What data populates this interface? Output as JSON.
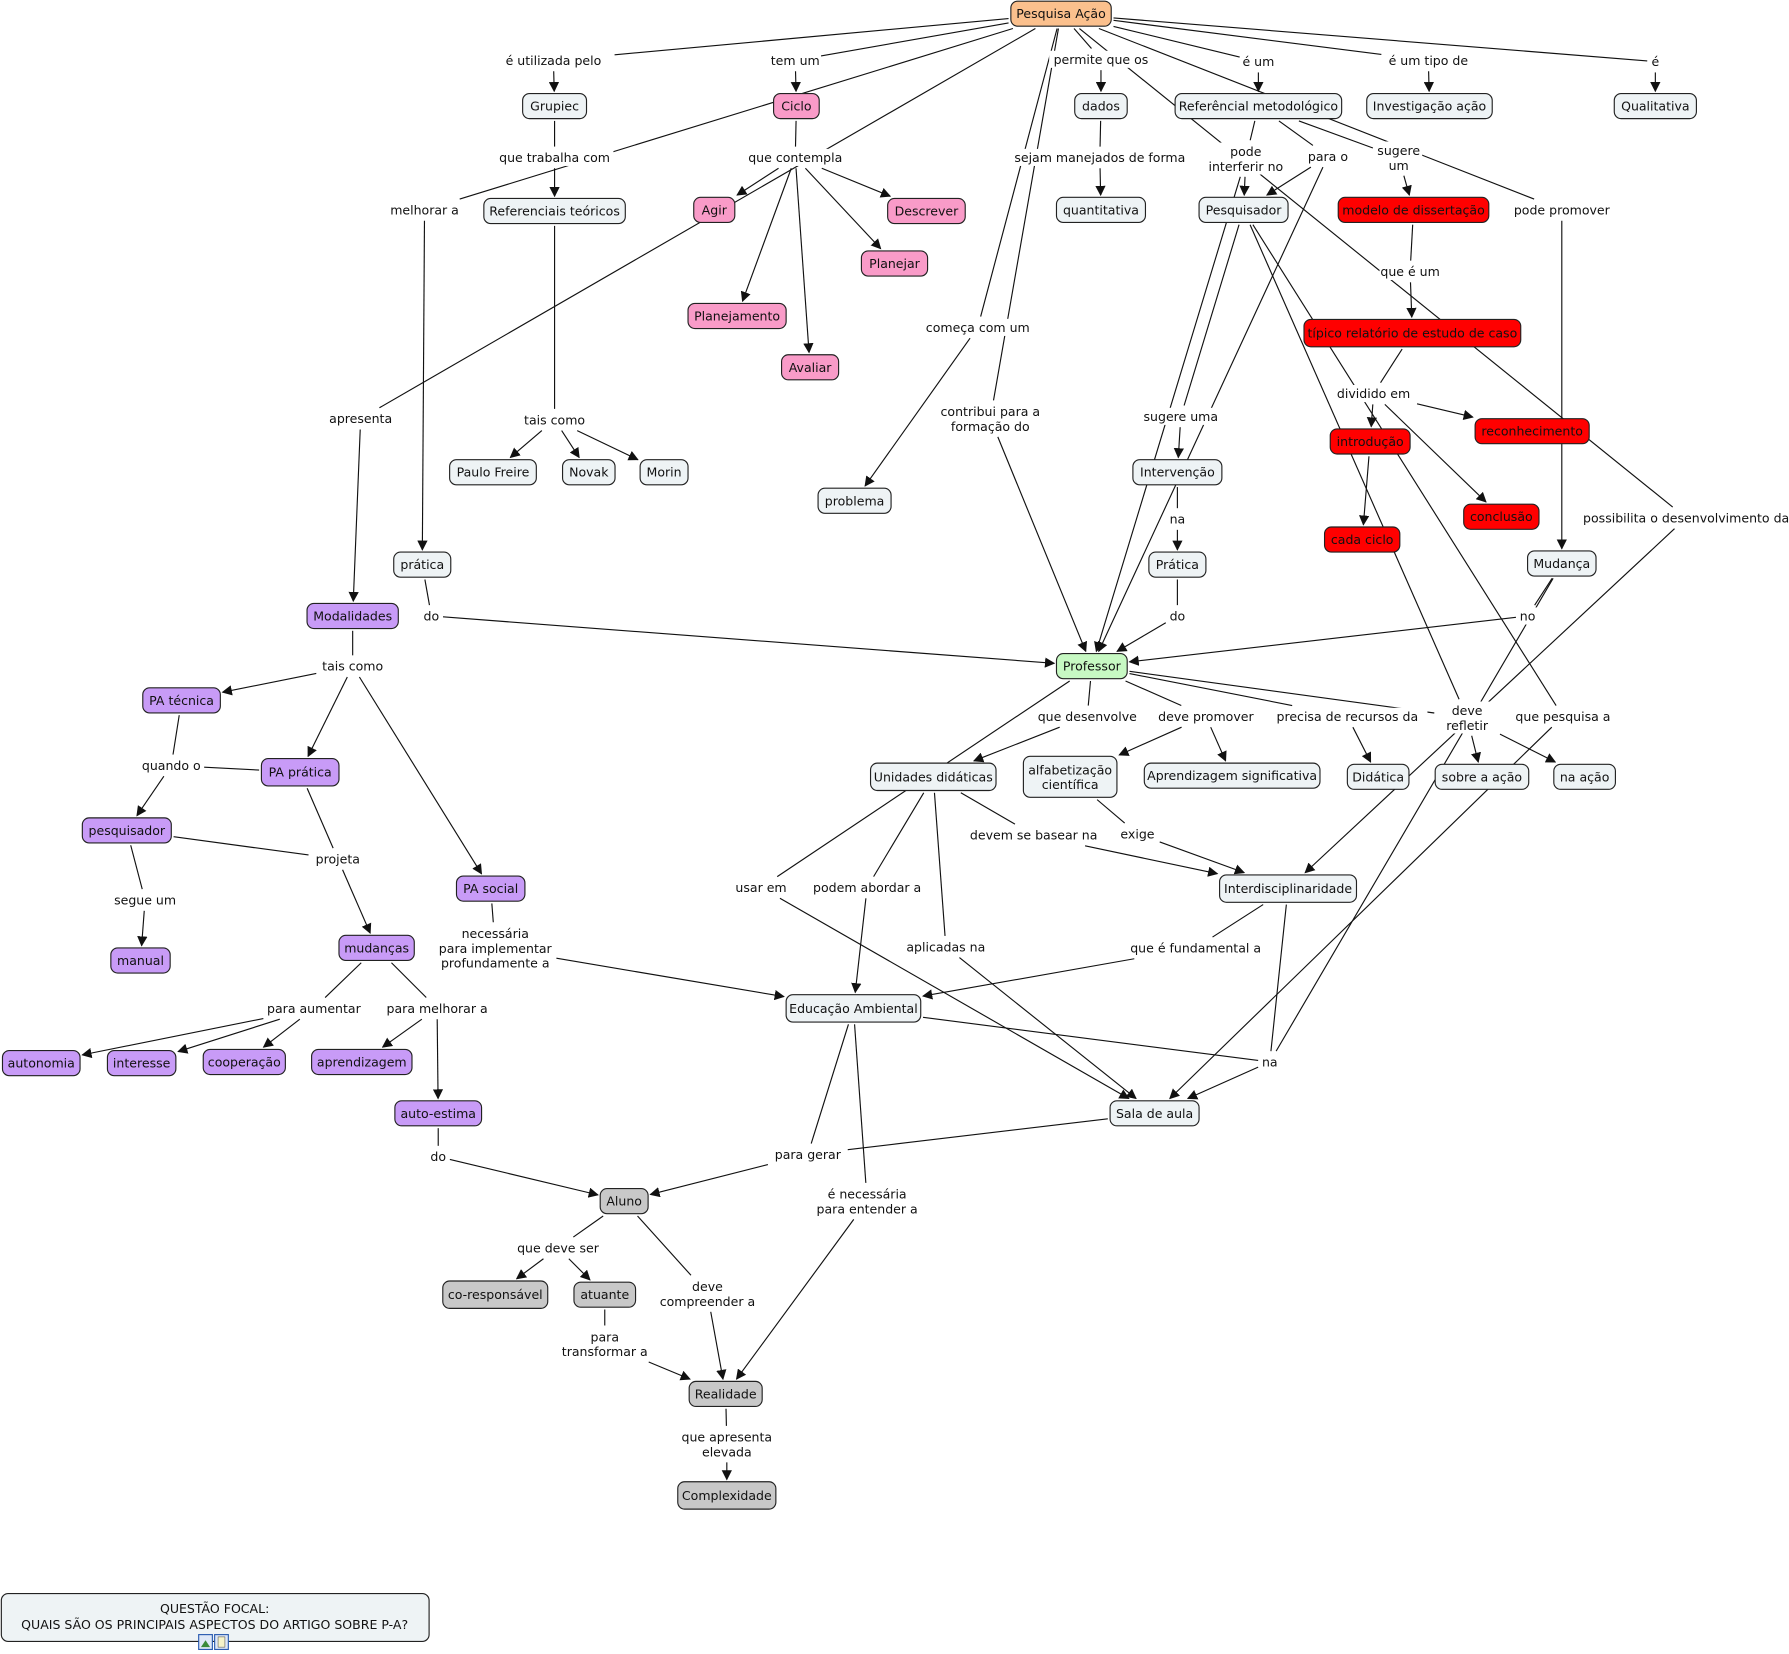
{
  "colors": {
    "default": "#EEF3F5",
    "root": "#FBC08D",
    "pink": "#F99BC8",
    "red": "#FF0000",
    "purple": "#C89BF7",
    "green": "#C7F9C3",
    "gray": "#C8C8C8"
  },
  "nodes": {
    "pa": {
      "label": "Pesquisa Ação",
      "color": "root"
    },
    "grupiec": {
      "label": "Grupiec",
      "color": "default"
    },
    "reft": {
      "label": "Referenciais teóricos",
      "color": "default"
    },
    "ciclo": {
      "label": "Ciclo",
      "color": "pink"
    },
    "agir": {
      "label": "Agir",
      "color": "pink"
    },
    "descrever": {
      "label": "Descrever",
      "color": "pink"
    },
    "planejar": {
      "label": "Planejar",
      "color": "pink"
    },
    "planejamento": {
      "label": "Planejamento",
      "color": "pink"
    },
    "avaliar": {
      "label": "Avaliar",
      "color": "pink"
    },
    "dados": {
      "label": "dados",
      "color": "default"
    },
    "quantitativa": {
      "label": "quantitativa",
      "color": "default"
    },
    "refmet": {
      "label": "Referêncial metodológico",
      "color": "default"
    },
    "invacao": {
      "label": "Investigação ação",
      "color": "default"
    },
    "qualitativa": {
      "label": "Qualitativa",
      "color": "default"
    },
    "pesquisador": {
      "label": "Pesquisador",
      "color": "default"
    },
    "modelo": {
      "label": "modelo de dissertação",
      "color": "red"
    },
    "tipico": {
      "label": "típico relatório de estudo de caso",
      "color": "red"
    },
    "introducao": {
      "label": "introdução",
      "color": "red"
    },
    "reconhecimento": {
      "label": "reconhecimento",
      "color": "red"
    },
    "conclusao": {
      "label": "conclusão",
      "color": "red"
    },
    "cadaciclo": {
      "label": "cada ciclo",
      "color": "red"
    },
    "mudanca": {
      "label": "Mudança",
      "color": "default"
    },
    "intervencao": {
      "label": "Intervenção",
      "color": "default"
    },
    "pratica2": {
      "label": "Prática",
      "color": "default"
    },
    "problema": {
      "label": "problema",
      "color": "default"
    },
    "paulo": {
      "label": "Paulo Freire",
      "color": "default"
    },
    "novak": {
      "label": "Novak",
      "color": "default"
    },
    "morin": {
      "label": "Morin",
      "color": "default"
    },
    "pratica": {
      "label": "prática",
      "color": "default"
    },
    "modalidades": {
      "label": "Modalidades",
      "color": "purple"
    },
    "professor": {
      "label": "Professor",
      "color": "green"
    },
    "patecnica": {
      "label": "PA técnica",
      "color": "purple"
    },
    "papratica": {
      "label": "PA prática",
      "color": "purple"
    },
    "pesquisador2": {
      "label": "pesquisador",
      "color": "purple"
    },
    "pasocial": {
      "label": "PA social",
      "color": "purple"
    },
    "manual": {
      "label": "manual",
      "color": "purple"
    },
    "mudancas": {
      "label": "mudanças",
      "color": "purple"
    },
    "autonomia": {
      "label": "autonomia",
      "color": "purple"
    },
    "interesse": {
      "label": "interesse",
      "color": "purple"
    },
    "cooperacao": {
      "label": "cooperação",
      "color": "purple"
    },
    "aprendizagem": {
      "label": "aprendizagem",
      "color": "purple"
    },
    "autoestima": {
      "label": "auto-estima",
      "color": "purple"
    },
    "unidades": {
      "label": "Unidades didáticas",
      "color": "default"
    },
    "alfab": {
      "label": "alfabetização\ncientífica",
      "color": "default"
    },
    "aprendsig": {
      "label": "Aprendizagem significativa",
      "color": "default"
    },
    "didatica": {
      "label": "Didática",
      "color": "default"
    },
    "sobre": {
      "label": "sobre a ação",
      "color": "default"
    },
    "naacao": {
      "label": "na ação",
      "color": "default"
    },
    "interdisc": {
      "label": "Interdisciplinaridade",
      "color": "default"
    },
    "edamb": {
      "label": "Educação Ambiental",
      "color": "default"
    },
    "sala": {
      "label": "Sala de aula",
      "color": "default"
    },
    "aluno": {
      "label": "Aluno",
      "color": "gray"
    },
    "coresp": {
      "label": "co-responsável",
      "color": "gray"
    },
    "atuante": {
      "label": "atuante",
      "color": "gray"
    },
    "realidade": {
      "label": "Realidade",
      "color": "gray"
    },
    "complexidade": {
      "label": "Complexidade",
      "color": "gray"
    }
  },
  "linkers": {
    "utilizada": "é utilizada pelo",
    "temum": "tem um",
    "permite": "permite que os",
    "eum": "é um",
    "tipo": "é um tipo de",
    "e": "é",
    "trabalha": "que trabalha com",
    "contempla": "que contempla",
    "manejados": "sejam manejados de forma",
    "interferir": "pode\ninterferir no",
    "parao": "para o",
    "sugere": "sugere\num",
    "melhorar": "melhorar a",
    "podepromover": "pode promover",
    "queeum": "que é um",
    "comeca": "começa com um",
    "apresenta": "apresenta",
    "taiscomo1": "tais como",
    "contribui": "contribui para a\nformação do",
    "sugereuma": "sugere uma",
    "dividido": "dividido em",
    "possibilita": "possibilita o desenvolvimento da",
    "na1": "na",
    "do1": "do",
    "do2": "do",
    "no": "no",
    "taiscomo2": "tais como",
    "desenvolve": "que desenvolve",
    "devepromover": "deve promover",
    "precisa": "precisa de recursos da",
    "refletir": "deve\nrefletir",
    "quepesquisa": "que pesquisa a",
    "quando": "quando o",
    "basear": "devem se basear na",
    "exige": "exige",
    "projeta": "projeta",
    "usarem": "usar em",
    "abordar": "podem abordar a",
    "segue": "segue um",
    "aplicadas": "aplicadas na",
    "fundamental": "que é fundamental  a",
    "necessaria": "necessária\npara implementar\nprofundamente a",
    "aumentar": "para aumentar",
    "melhorar2": "para melhorar a",
    "na2": "na",
    "do3": "do",
    "gerar": "para gerar",
    "entender": "é necessária\npara entender a",
    "deveser": "que deve ser",
    "compreender": "deve\ncompreender a",
    "transformar": "para\ntransformar a",
    "apresenta2": "que apresenta\nelevada"
  },
  "links": [
    {
      "from": [
        "pa"
      ],
      "via": "utilizada",
      "to": [
        "grupiec"
      ]
    },
    {
      "from": [
        "pa"
      ],
      "via": "temum",
      "to": [
        "ciclo"
      ]
    },
    {
      "from": [
        "pa"
      ],
      "via": "permite",
      "to": [
        "dados"
      ]
    },
    {
      "from": [
        "pa"
      ],
      "via": "eum",
      "to": [
        "refmet"
      ]
    },
    {
      "from": [
        "pa"
      ],
      "via": "tipo",
      "to": [
        "invacao"
      ]
    },
    {
      "from": [
        "pa"
      ],
      "via": "e",
      "to": [
        "qualitativa"
      ]
    },
    {
      "from": [
        "pa"
      ],
      "via": "melhorar",
      "to": [
        "pratica"
      ]
    },
    {
      "from": [
        "pa"
      ],
      "via": "apresenta",
      "to": [
        "modalidades"
      ]
    },
    {
      "from": [
        "pa"
      ],
      "via": "comeca",
      "to": [
        "problema"
      ]
    },
    {
      "from": [
        "pa"
      ],
      "via": "contribui",
      "to": [
        "professor"
      ]
    },
    {
      "from": [
        "pa"
      ],
      "via": "podepromover",
      "to": [
        "mudanca"
      ]
    },
    {
      "from": [
        "pa"
      ],
      "via": "possibilita",
      "to": [
        "interdisc"
      ]
    },
    {
      "from": [
        "grupiec"
      ],
      "via": "trabalha",
      "to": [
        "reft"
      ]
    },
    {
      "from": [
        "reft"
      ],
      "via": "taiscomo1",
      "to": [
        "paulo",
        "novak",
        "morin"
      ]
    },
    {
      "from": [
        "ciclo"
      ],
      "via": "contempla",
      "to": [
        "agir",
        "descrever",
        "planejar",
        "planejamento",
        "avaliar"
      ]
    },
    {
      "from": [
        "dados"
      ],
      "via": "manejados",
      "to": [
        "quantitativa"
      ]
    },
    {
      "from": [
        "refmet"
      ],
      "via": "interferir",
      "to": [
        "pesquisador",
        "professor"
      ]
    },
    {
      "from": [
        "refmet"
      ],
      "via": "parao",
      "to": [
        "pesquisador",
        "professor"
      ]
    },
    {
      "from": [
        "refmet"
      ],
      "via": "sugere",
      "to": [
        "modelo"
      ]
    },
    {
      "from": [
        "modelo"
      ],
      "via": "queeum",
      "to": [
        "tipico"
      ]
    },
    {
      "from": [
        "tipico"
      ],
      "via": "dividido",
      "to": [
        "introducao",
        "reconhecimento",
        "conclusao"
      ]
    },
    {
      "from": [
        "pesquisador"
      ],
      "via": "sugereuma",
      "to": [
        "intervencao"
      ]
    },
    {
      "from": [
        "intervencao"
      ],
      "via": "na1",
      "to": [
        "pratica2"
      ]
    },
    {
      "from": [
        "pratica2"
      ],
      "via": "do2",
      "to": [
        "professor"
      ]
    },
    {
      "from": [
        "pratica"
      ],
      "via": "do1",
      "to": [
        "professor"
      ]
    },
    {
      "from": [
        "mudanca"
      ],
      "via": "no",
      "to": [
        "professor"
      ]
    },
    {
      "from": [
        "professor",
        "pesquisador"
      ],
      "via": "refletir",
      "to": [
        "sobre",
        "naacao"
      ]
    },
    {
      "from": [
        "pesquisador"
      ],
      "via": "quepesquisa",
      "to": [
        "sala"
      ]
    },
    {
      "from": [
        "professor"
      ],
      "via": "desenvolve",
      "to": [
        "unidades"
      ]
    },
    {
      "from": [
        "professor"
      ],
      "via": "devepromover",
      "to": [
        "alfab",
        "aprendsig"
      ]
    },
    {
      "from": [
        "professor"
      ],
      "via": "precisa",
      "to": [
        "didatica"
      ]
    },
    {
      "from": [
        "professor"
      ],
      "via": "usarem",
      "to": [
        "sala"
      ]
    },
    {
      "from": [
        "unidades"
      ],
      "via": "basear",
      "to": [
        "interdisc"
      ]
    },
    {
      "from": [
        "alfab"
      ],
      "via": "exige",
      "to": [
        "interdisc"
      ]
    },
    {
      "from": [
        "unidades"
      ],
      "via": "abordar",
      "to": [
        "edamb"
      ]
    },
    {
      "from": [
        "unidades"
      ],
      "via": "aplicadas",
      "to": [
        "sala"
      ]
    },
    {
      "from": [
        "interdisc"
      ],
      "via": "fundamental",
      "to": [
        "edamb"
      ]
    },
    {
      "from": [
        "edamb",
        "interdisc",
        "mudanca"
      ],
      "via": "na2",
      "to": [
        "sala"
      ]
    },
    {
      "from": [
        "modalidades"
      ],
      "via": "taiscomo2",
      "to": [
        "patecnica",
        "papratica",
        "pasocial"
      ]
    },
    {
      "from": [
        "patecnica",
        "papratica"
      ],
      "via": "quando",
      "to": [
        "pesquisador2"
      ]
    },
    {
      "from": [
        "pesquisador2"
      ],
      "via": "segue",
      "to": [
        "manual"
      ]
    },
    {
      "from": [
        "pesquisador2",
        "papratica"
      ],
      "via": "projeta",
      "to": [
        "mudancas"
      ]
    },
    {
      "from": [
        "pasocial"
      ],
      "via": "necessaria",
      "to": [
        "edamb"
      ]
    },
    {
      "from": [
        "mudancas"
      ],
      "via": "aumentar",
      "to": [
        "autonomia",
        "interesse",
        "cooperacao"
      ]
    },
    {
      "from": [
        "mudancas"
      ],
      "via": "melhorar2",
      "to": [
        "aprendizagem",
        "autoestima"
      ]
    },
    {
      "from": [
        "autoestima"
      ],
      "via": "do3",
      "to": [
        "aluno"
      ]
    },
    {
      "from": [
        "edamb",
        "sala"
      ],
      "via": "gerar",
      "to": [
        "aluno"
      ]
    },
    {
      "from": [
        "edamb"
      ],
      "via": "entender",
      "to": [
        "realidade"
      ]
    },
    {
      "from": [
        "aluno"
      ],
      "via": "deveser",
      "to": [
        "coresp",
        "atuante"
      ]
    },
    {
      "from": [
        "aluno"
      ],
      "via": "compreender",
      "to": [
        "realidade"
      ]
    },
    {
      "from": [
        "atuante"
      ],
      "via": "transformar",
      "to": [
        "realidade"
      ]
    },
    {
      "from": [
        "realidade"
      ],
      "via": "apresenta2",
      "to": [
        "complexidade"
      ]
    }
  ],
  "direct_links": [
    {
      "from": "introducao",
      "to": "cadaciclo"
    }
  ],
  "focal_question": {
    "line1": "QUESTÃO FOCAL:",
    "line2": "QUAIS SÃO OS PRINCIPAIS ASPECTOS DO ARTIGO SOBRE P-A?",
    "icons": [
      "image-icon",
      "document-icon"
    ]
  }
}
